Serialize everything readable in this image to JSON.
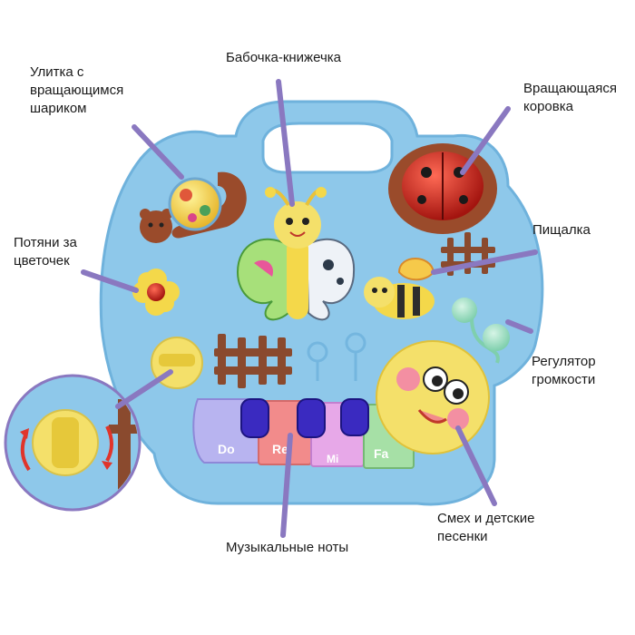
{
  "labels": {
    "snail": [
      "Улитка с",
      "вращающимся",
      "шариком"
    ],
    "butterfly": [
      "Бабочка-книжечка"
    ],
    "ladybug": [
      "Вращающаяся",
      "коровка"
    ],
    "flower": [
      "Потяни за",
      "цветочек"
    ],
    "squeaker": [
      "Пищалка"
    ],
    "volume": [
      "Регулятор",
      "громкости"
    ],
    "laugh": [
      "Смех и детские",
      "песенки"
    ],
    "notes": [
      "Музыкальные ноты"
    ]
  },
  "keys": [
    "Do",
    "Re",
    "Mi",
    "Fa"
  ],
  "colors": {
    "board": "#8ec8ea",
    "board_edge": "#6fb2dc",
    "pointer": "#8a78c0",
    "caterpillar": "#f4e06a",
    "fence": "#8a4a2e",
    "rotation_arrow": "#e0352b"
  }
}
